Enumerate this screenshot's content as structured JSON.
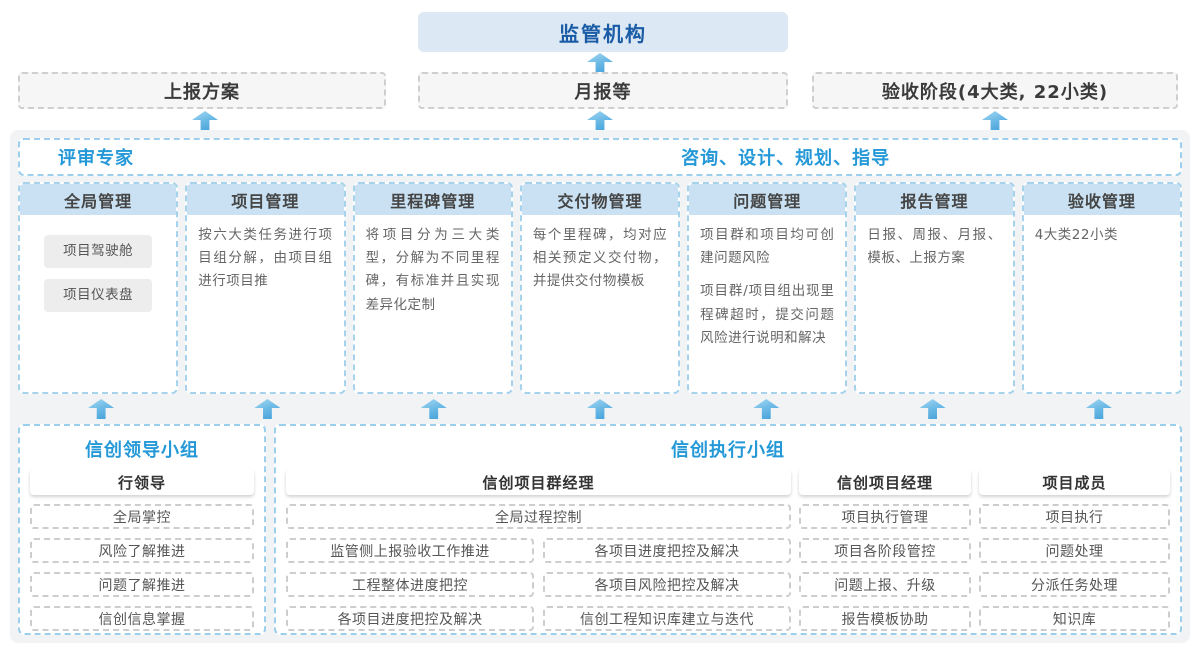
{
  "top": {
    "regulator": "监管机构"
  },
  "row2": {
    "plan": "上报方案",
    "monthly": "月报等",
    "acceptance": "验收阶段(4大类, 22小类)"
  },
  "platform": {
    "experts": "评审专家",
    "consult": "咨询、设计、规划、指导",
    "columns": [
      {
        "title": "全局管理",
        "pills": [
          "项目驾驶舱",
          "项目仪表盘"
        ]
      },
      {
        "title": "项目管理",
        "paragraphs": [
          "按六大类任务进行项目组分解，由项目组进行项目推"
        ]
      },
      {
        "title": "里程碑管理",
        "paragraphs": [
          "将项目分为三大类型，分解为不同里程碑，有标准并且实现差异化定制"
        ]
      },
      {
        "title": "交付物管理",
        "paragraphs": [
          "每个里程碑，均对应相关预定义交付物，并提供交付物模板"
        ]
      },
      {
        "title": "问题管理",
        "paragraphs": [
          "项目群和项目均可创建问题风险",
          "项目群/项目组出现里程碑超时，提交问题风险进行说明和解决"
        ]
      },
      {
        "title": "报告管理",
        "paragraphs": [
          "日报、周报、月报、模板、上报方案"
        ]
      },
      {
        "title": "验收管理",
        "paragraphs": [
          "4大类22小类"
        ]
      }
    ]
  },
  "bottom": {
    "leader": {
      "title": "信创领导小组",
      "role": "行领导",
      "items": [
        "全局掌控",
        "风险了解推进",
        "问题了解推进",
        "信创信息掌握"
      ]
    },
    "exec": {
      "title": "信创执行小组",
      "pgm": {
        "role": "信创项目群经理",
        "wide_item": "全局过程控制",
        "left_items": [
          "监管侧上报验收工作推进",
          "工程整体进度把控",
          "各项目进度把控及解决"
        ],
        "right_items": [
          "各项目进度把控及解决",
          "各项目风险把控及解决",
          "信创工程知识库建立与迭代"
        ]
      },
      "pm": {
        "role": "信创项目经理",
        "items": [
          "项目执行管理",
          "项目各阶段管控",
          "问题上报、升级",
          "报告模板协助"
        ]
      },
      "member": {
        "role": "项目成员",
        "items": [
          "项目执行",
          "问题处理",
          "分派任务处理",
          "知识库"
        ]
      }
    }
  },
  "colors": {
    "accent_blue": "#2599d8",
    "dark_blue": "#1a5ca6",
    "regulator_bg": "#dce8f4",
    "column_header_bg": "#c9e1f2",
    "arrow_blue": "#3f9fd8",
    "platform_bg": "#f1f3f5"
  }
}
